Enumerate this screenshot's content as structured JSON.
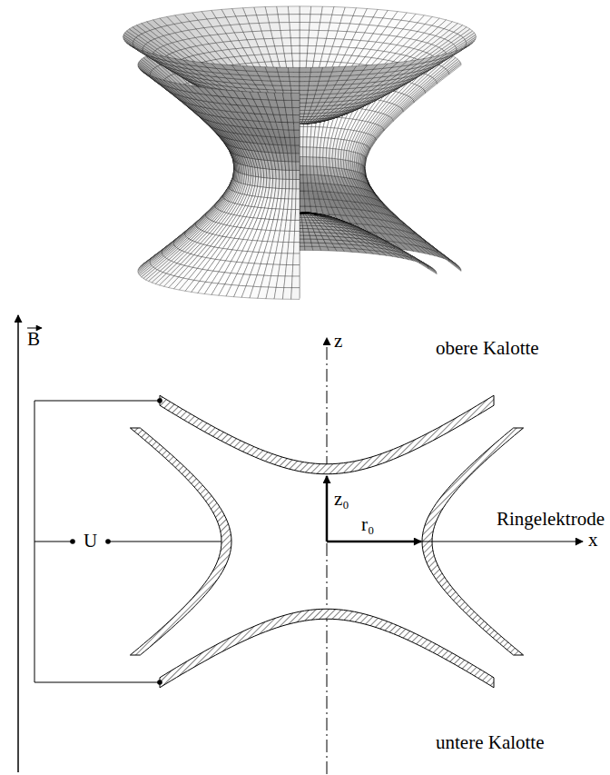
{
  "diagram": {
    "labels": [
      "B",
      "obere Kalotte",
      "z",
      "Ringelektrode",
      "z₀",
      "r₀",
      "x",
      "U",
      "untere Kalotte"
    ]
  }
}
